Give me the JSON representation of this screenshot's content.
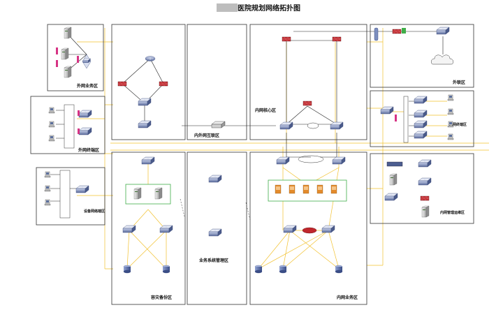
{
  "title": "医院规划网络拓扑图",
  "zones": {
    "ext_business": "外网业务区",
    "ext_terminal": "外网终端区",
    "device_net": "设备网络端区",
    "ext_link": "外联区",
    "core_in": "内网核心区",
    "inout_link": "内外网互联区",
    "in_terminal": "内网终端区",
    "in_manage": "内网管理运维区",
    "disaster": "容灾备份区",
    "biz_mgmt": "业务系统管理区",
    "in_business": "内网业务区"
  },
  "colors": {
    "link_yellow": "#f2c12e",
    "link_black": "#222222",
    "firewall_red": "#c0262c",
    "device_blue": "#7d8fbf",
    "server_orange": "#e38b2c",
    "cloud": "#f4f4f4",
    "green_box": "#3fae49"
  }
}
